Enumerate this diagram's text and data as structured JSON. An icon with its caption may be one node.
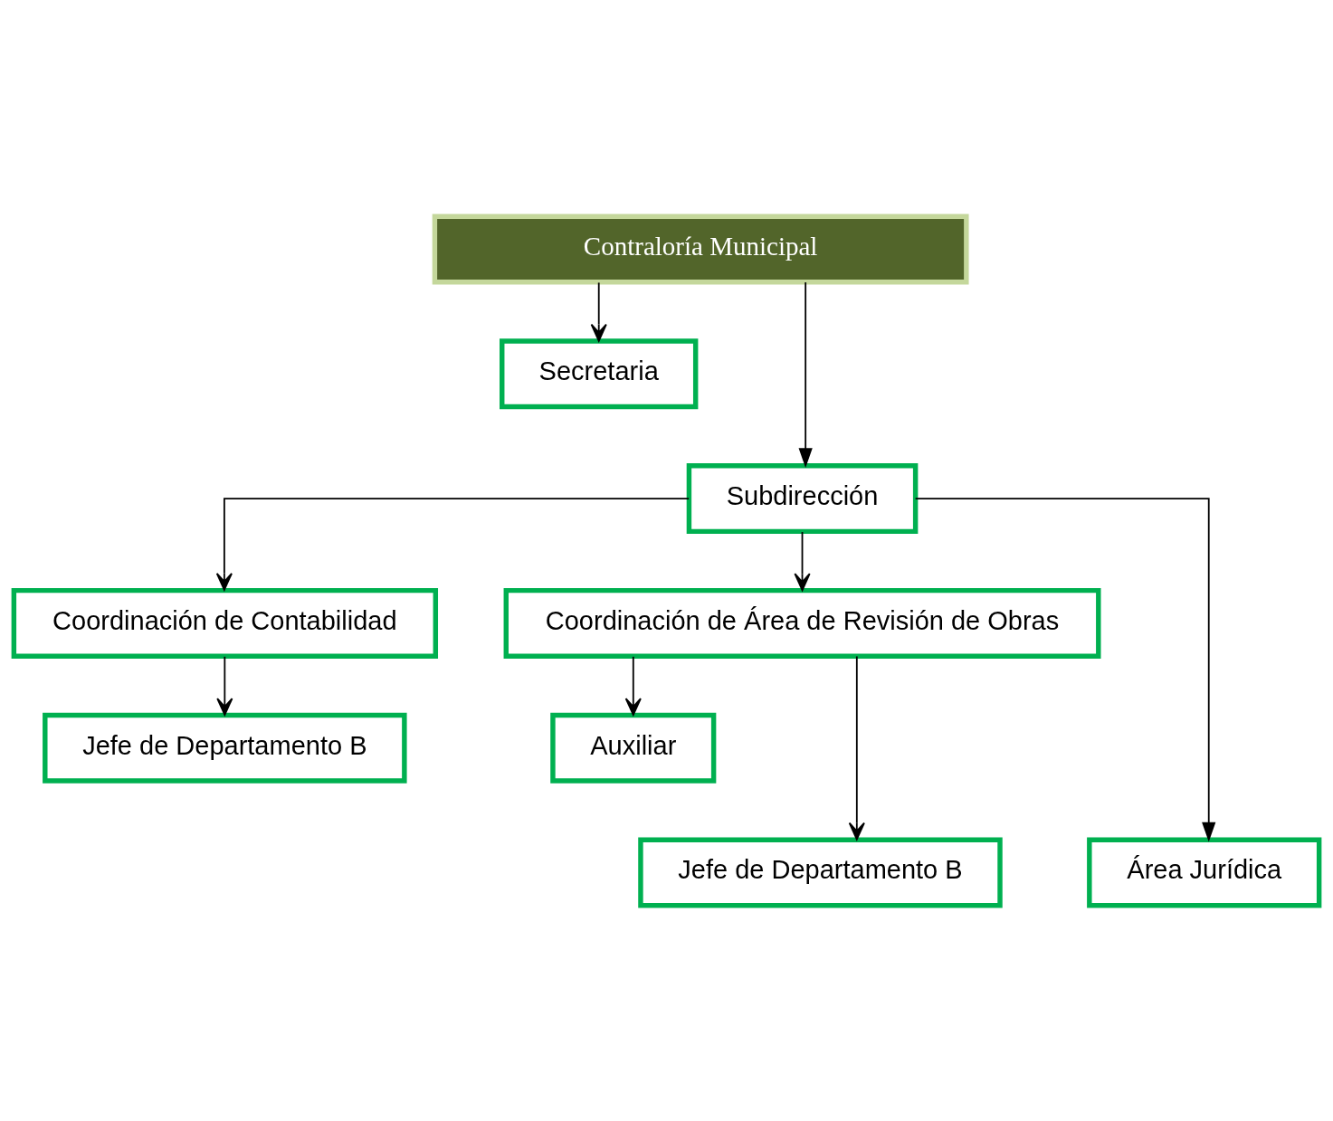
{
  "diagram": {
    "nodes": [
      {
        "text": [
          "Contraloría Municipal"
        ]
      },
      {
        "text": [
          "Secretaria"
        ]
      },
      {
        "text": [
          "Subdirección"
        ]
      },
      {
        "text": [
          "Coordinación de Contabilidad"
        ]
      },
      {
        "text": [
          "Coordinación de Área de Revisión de Obras"
        ]
      },
      {
        "text": [
          "Auxiliar"
        ]
      },
      {
        "text": [
          "Jefe de Departamento B"
        ]
      },
      {
        "text": [
          "Jefe de Departamento B"
        ]
      },
      {
        "text": [
          "Área Jurídica"
        ]
      }
    ],
    "edges": [
      {
        "from": 0,
        "to": 1,
        "arrow": "to"
      },
      {
        "from": 0,
        "to": 2,
        "arrow": "to"
      },
      {
        "from": 2,
        "to": 3,
        "arrow": "to"
      },
      {
        "from": 2,
        "to": 4,
        "arrow": "to"
      },
      {
        "from": 2,
        "to": 8,
        "arrow": "to"
      },
      {
        "from": 3,
        "to": 6,
        "arrow": "to"
      },
      {
        "from": 4,
        "to": 5,
        "arrow": "to"
      },
      {
        "from": 4,
        "to": 7,
        "arrow": "to"
      }
    ]
  }
}
